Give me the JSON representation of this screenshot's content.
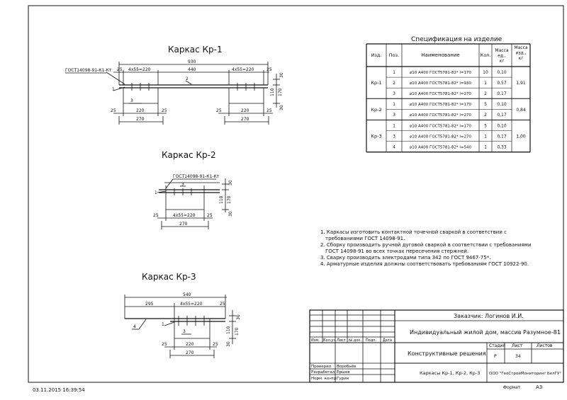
{
  "drawing": {
    "frames": [
      {
        "title": "Каркас Кр-1",
        "leaders": [
          "ГОСТ14098-91-К1-Кт",
          "1",
          "2",
          "3"
        ],
        "dims": [
          "930",
          "25",
          "4x55=220",
          "440",
          "4x55=220",
          "25",
          "30",
          "110",
          "170",
          "30",
          "25",
          "220",
          "25",
          "270",
          "25",
          "220",
          "25",
          "270"
        ]
      },
      {
        "title": "Каркас Кр-2",
        "leaders": [
          "ГОСТ14098-91-К1-Кт",
          "1",
          "3"
        ],
        "dims": [
          "30",
          "110",
          "170",
          "30",
          "25",
          "4x55=220",
          "25",
          "270"
        ]
      },
      {
        "title": "Каркас Кр-3",
        "leaders": [
          "4",
          "1",
          "3"
        ],
        "dims": [
          "540",
          "295",
          "4x55=220",
          "25",
          "30",
          "110",
          "170",
          "30",
          "25",
          "220",
          "25",
          "270"
        ]
      }
    ],
    "spec": {
      "title": "Спецификация на изделие",
      "headers": [
        "Изд.",
        "Поз.",
        "Наименование",
        "Кол.",
        "Масса ед., кг",
        "Масса изд., кг"
      ],
      "groups": [
        {
          "item": "Кр-1",
          "total": "1,91",
          "rows": [
            {
              "pos": "1",
              "name": "⌀10 А400 ГОСТ5781-82* l=170",
              "qty": "10",
              "mass": "0,10"
            },
            {
              "pos": "2",
              "name": "⌀10 А400 ГОСТ5781-82* l=930",
              "qty": "1",
              "mass": "0,57"
            },
            {
              "pos": "3",
              "name": "⌀10 А400 ГОСТ5781-82* l=270",
              "qty": "2",
              "mass": "0,17"
            }
          ]
        },
        {
          "item": "Кр-2",
          "total": "0,84",
          "rows": [
            {
              "pos": "1",
              "name": "⌀10 А400 ГОСТ5781-82* l=170",
              "qty": "5",
              "mass": "0,10"
            },
            {
              "pos": "3",
              "name": "⌀10 А400 ГОСТ5781-82* l=270",
              "qty": "2",
              "mass": "0,17"
            }
          ]
        },
        {
          "item": "Кр-3",
          "total": "1,00",
          "rows": [
            {
              "pos": "1",
              "name": "⌀10 А400 ГОСТ5781-82* l=170",
              "qty": "5",
              "mass": "0,10"
            },
            {
              "pos": "3",
              "name": "⌀10 А400 ГОСТ5781-82* l=270",
              "qty": "1",
              "mass": "0,17"
            },
            {
              "pos": "4",
              "name": "⌀10 А400 ГОСТ5781-82* l=540",
              "qty": "1",
              "mass": "0,33"
            }
          ]
        }
      ]
    },
    "notes": [
      "1. Каркасы изготовить контактной точечной сваркой в соответствии с",
      "требованиями ГОСТ 14098-91.",
      "2. Сборку производить ручной дуговой сваркой в соответствии с требованиями",
      "ГОСТ 14098-91 во всех точках пересечения стержней.",
      "3. Сварку производить электродами типа 342 по ГОСТ 9467-75*.",
      "4. Арматурные изделия должны соответствовать требованиям ГОСТ 10922-90."
    ],
    "title_block": {
      "customer": "Заказчик: Логинов И.И.",
      "project": "Индивидуальный жилой дом, массив Разумное-81",
      "section": "Конструктивные решения",
      "sheet_title": "Каркасы Кр-1, Кр-2, Кр-3",
      "organization": "ООО \"ГеоСтройМониторинг БелГУ\"",
      "rev_headers": [
        "Изм.",
        "Кол.уч.",
        "Лист",
        "№ док.",
        "Подп.",
        "Дата"
      ],
      "stage_headers": [
        "Стадия",
        "Лист",
        "Листов"
      ],
      "stage": "Р",
      "sheet": "34",
      "sheets": "",
      "people": [
        {
          "role": "Проверил",
          "name": "Воробьёв"
        },
        {
          "role": "Разработал",
          "name": "Ершов"
        },
        {
          "role": "Норм. контр.",
          "name": "Гурин"
        }
      ],
      "format_label": "Формат",
      "format": "А3"
    },
    "timestamp": "03.11.2015 16:39:54"
  }
}
